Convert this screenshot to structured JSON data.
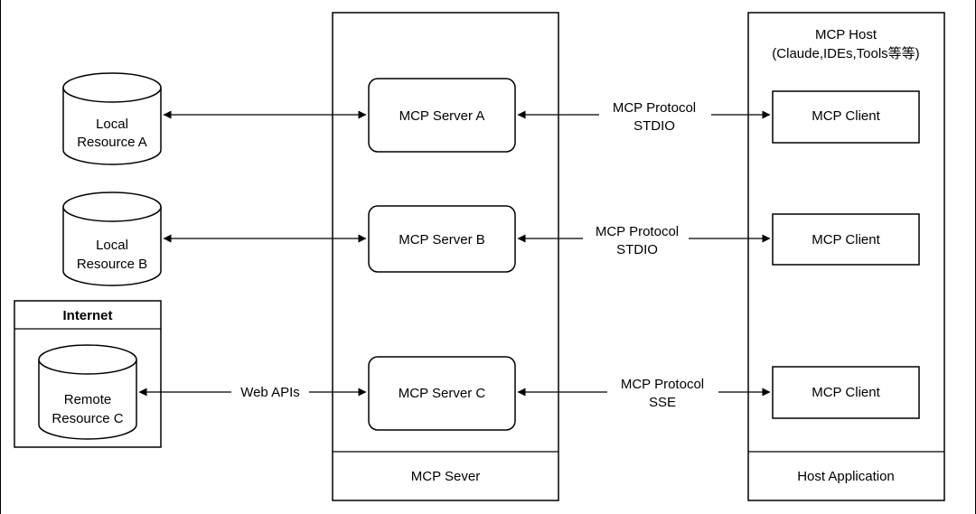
{
  "mcp_server_panel": {
    "footer_label": "MCP Sever",
    "servers": [
      {
        "label": "MCP Server A"
      },
      {
        "label": "MCP Server B"
      },
      {
        "label": "MCP Server C"
      }
    ]
  },
  "mcp_host_panel": {
    "title_line1": "MCP Host",
    "title_line2": "(Claude,IDEs,Tools等等)",
    "footer_label": "Host Application",
    "clients": [
      {
        "label": "MCP Client"
      },
      {
        "label": "MCP Client"
      },
      {
        "label": "MCP Client"
      }
    ]
  },
  "resources": {
    "local_a": {
      "line1": "Local",
      "line2": "Resource A"
    },
    "local_b": {
      "line1": "Local",
      "line2": "Resource B"
    },
    "remote_c": {
      "line1": "Remote",
      "line2": "Resource C"
    }
  },
  "internet_box": {
    "title": "Internet"
  },
  "connections": {
    "resource_c_to_server_c": "Web APIs",
    "protocol_a": {
      "line1": "MCP Protocol",
      "line2": "STDIO"
    },
    "protocol_b": {
      "line1": "MCP Protocol",
      "line2": "STDIO"
    },
    "protocol_c": {
      "line1": "MCP Protocol",
      "line2": "SSE"
    }
  }
}
